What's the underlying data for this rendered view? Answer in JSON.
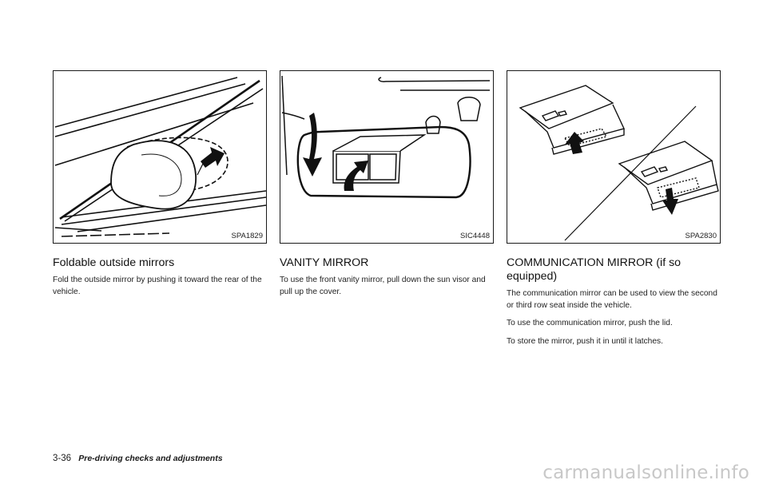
{
  "columns": [
    {
      "figure_code": "SPA1829",
      "heading": "Foldable outside mirrors",
      "paragraphs": [
        "Fold the outside mirror by pushing it toward the rear of the vehicle."
      ]
    },
    {
      "figure_code": "SIC4448",
      "heading": "VANITY MIRROR",
      "paragraphs": [
        "To use the front vanity mirror, pull down the sun visor and pull up the cover."
      ]
    },
    {
      "figure_code": "SPA2830",
      "heading": "COMMUNICATION MIRROR (if so equipped)",
      "paragraphs": [
        "The communication mirror can be used to view the second or third row seat inside the vehicle.",
        "To use the communication mirror, push the lid.",
        "To store the mirror, push it in until it latches."
      ]
    }
  ],
  "footer": {
    "page_number": "3-36",
    "section_title": "Pre-driving checks and adjustments"
  },
  "watermark": "carmanualsonline.info"
}
